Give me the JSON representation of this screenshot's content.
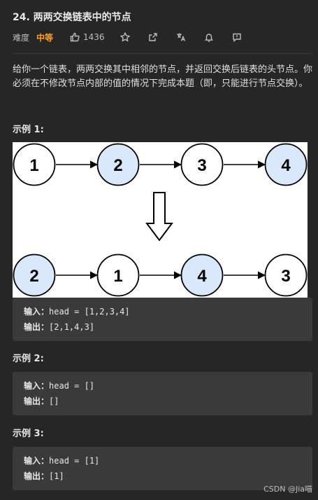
{
  "problem": {
    "title": "24. 两两交换链表中的节点",
    "difficulty_label": "难度",
    "difficulty": "中等",
    "likes": "1436"
  },
  "toolbar_icons": [
    "thumbs-up-icon",
    "star-icon",
    "share-icon",
    "translate-icon",
    "bell-icon",
    "comment-icon"
  ],
  "description": "给你一个链表，两两交换其中相邻的节点，并返回交换后链表的头节点。你必须在不修改节点内部的值的情况下完成本题（即，只能进行节点交换）。",
  "examples": [
    {
      "heading": "示例 1:",
      "input_label": "输入：",
      "input": "head = [1,2,3,4]",
      "output_label": "输出：",
      "output": "[2,1,4,3]"
    },
    {
      "heading": "示例 2:",
      "input_label": "输入：",
      "input": "head = []",
      "output_label": "输出：",
      "output": "[]"
    },
    {
      "heading": "示例 3:",
      "input_label": "输入：",
      "input": "head = [1]",
      "output_label": "输出：",
      "output": "[1]"
    }
  ],
  "figure": {
    "before": [
      "1",
      "2",
      "3",
      "4"
    ],
    "after": [
      "2",
      "1",
      "4",
      "3"
    ],
    "highlight_fill": "#dae8fc",
    "plain_fill": "#ffffff"
  },
  "watermark": "CSDN @Jia喵"
}
